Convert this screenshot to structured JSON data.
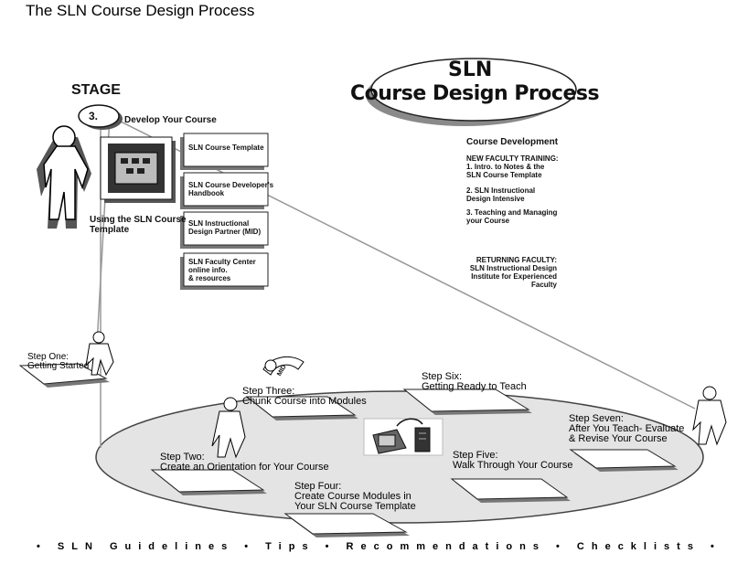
{
  "page_title": "The SLN Course Design Process",
  "logo": {
    "line1": "SLN",
    "line2": "Course Design Process"
  },
  "stage": {
    "label": "STAGE",
    "number": "3.",
    "title": "Develop Your Course"
  },
  "template_caption": "Using the SLN Course\nTemplate",
  "resources": [
    "SLN Course Template",
    "SLN Course Developer's\nHandbook",
    "SLN Instructional\nDesign Partner (MID)",
    "SLN Faculty Center\nonline info.\n& resources"
  ],
  "course_development": {
    "heading": "Course Development",
    "new_faculty": "NEW FACULTY TRAINING:\n1. Intro. to Notes & the\nSLN Course Template",
    "item2": "2. SLN Instructional\nDesign Intensive",
    "item3": "3. Teaching and Managing\nyour Course",
    "returning": "RETURNING FACULTY:\nSLN Instructional Design\nInstitute for Experienced\nFaculty"
  },
  "steps": {
    "one": "Step One:\nGetting Started",
    "two": "Step Two:\nCreate an Orientation for Your Course",
    "three": "Step Three:\nChunk Course into Modules",
    "four": "Step Four:\nCreate Course Modules in\nYour SLN Course Template",
    "five": "Step Five:\nWalk Through Your Course",
    "six": "Step Six:\nGetting Ready to Teach",
    "seven": "Step Seven:\nAfter You Teach- Evaluate\n& Revise Your Course"
  },
  "mid_label": "MID",
  "footer": "•  SLN Guidelines  •  Tips  •  Recommendations  •  Checklists  •",
  "colors": {
    "ellipse_fill": "#e4e4e4",
    "shadow": "#7a7a7a",
    "line": "#999999"
  }
}
